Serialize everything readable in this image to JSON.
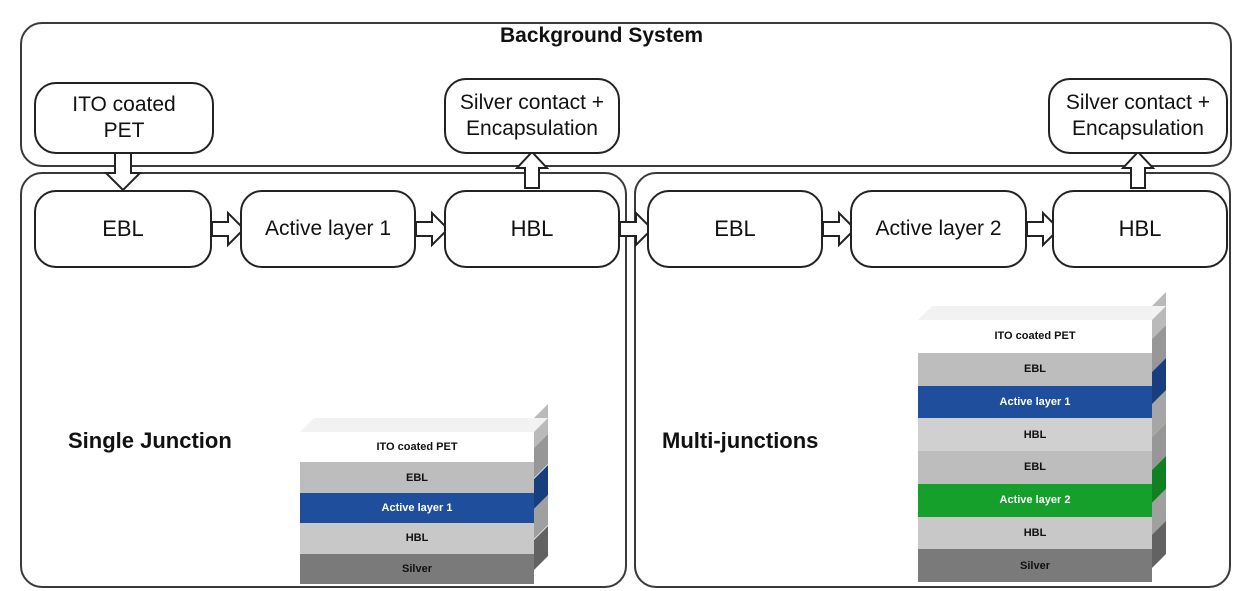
{
  "diagram": {
    "title": "Background System",
    "nodes": {
      "ito_coated_pet": "ITO coated\nPET",
      "silver_contact_1": "Silver contact +\nEncapsulation",
      "silver_contact_2": "Silver contact +\nEncapsulation",
      "ebl_1": "EBL",
      "active_layer_1": "Active layer 1",
      "hbl_1": "HBL",
      "ebl_2": "EBL",
      "active_layer_2": "Active layer 2",
      "hbl_2": "HBL"
    },
    "sections": {
      "single": "Single Junction",
      "multi": "Multi-junctions"
    },
    "single_stack": [
      {
        "label": "ITO coated PET",
        "color": "#ffffff",
        "text_color": "#111111"
      },
      {
        "label": "EBL",
        "color": "#bdbdbd",
        "text_color": "#111111"
      },
      {
        "label": "Active layer 1",
        "color": "#1f4e9c",
        "text_color": "#ffffff"
      },
      {
        "label": "HBL",
        "color": "#c8c8c8",
        "text_color": "#111111"
      },
      {
        "label": "Silver",
        "color": "#7a7a7a",
        "text_color": "#111111"
      }
    ],
    "multi_stack": [
      {
        "label": "ITO coated PET",
        "color": "#ffffff",
        "text_color": "#111111"
      },
      {
        "label": "EBL",
        "color": "#bdbdbd",
        "text_color": "#111111"
      },
      {
        "label": "Active layer 1",
        "color": "#1f4e9c",
        "text_color": "#ffffff"
      },
      {
        "label": "HBL",
        "color": "#d0d0d0",
        "text_color": "#111111"
      },
      {
        "label": "EBL",
        "color": "#bdbdbd",
        "text_color": "#111111"
      },
      {
        "label": "Active layer 2",
        "color": "#14a02a",
        "text_color": "#ffffff"
      },
      {
        "label": "HBL",
        "color": "#c8c8c8",
        "text_color": "#111111"
      },
      {
        "label": "Silver",
        "color": "#7a7a7a",
        "text_color": "#111111"
      }
    ]
  }
}
